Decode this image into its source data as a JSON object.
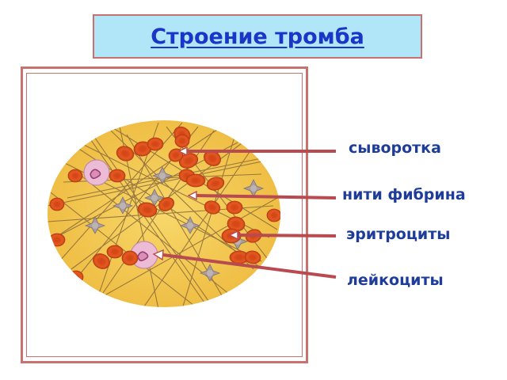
{
  "title": "Строение тромба",
  "labels": {
    "serum": "сыворотка",
    "fibrin": "нити фибрина",
    "erythrocytes": "эритроциты",
    "leukocytes": "лейкоциты"
  },
  "colors": {
    "title_background": "#b0e6f8",
    "title_text": "#1a35c8",
    "frame_border": "#c9716f",
    "arrow": "#b84a50",
    "label_text": "#1e3c99",
    "clot_background": "#f4cc55",
    "erythrocyte": "#e0501c",
    "leukocyte": "#e9b6cf",
    "platelet": "#a89c9c",
    "fibrin": "#8a6a3a"
  }
}
